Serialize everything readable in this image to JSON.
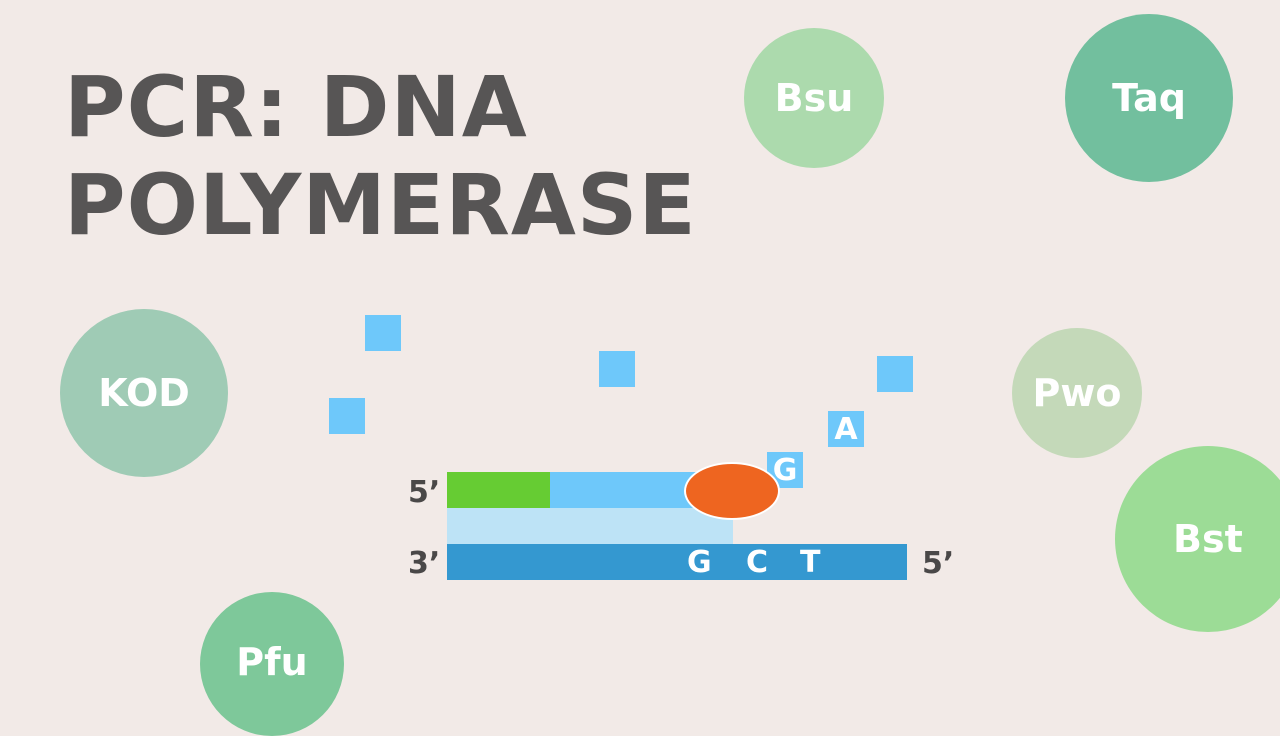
{
  "title": {
    "line1": "PCR: DNA",
    "line2": "POLYMERASE"
  },
  "enzymes": {
    "bsu": {
      "label": "Bsu",
      "color": "#acdaad"
    },
    "taq": {
      "label": "Taq",
      "color": "#72bf9e"
    },
    "kod": {
      "label": "KOD",
      "color": "#9fcbb5"
    },
    "pwo": {
      "label": "Pwo",
      "color": "#c4d9b9"
    },
    "bst": {
      "label": "Bst",
      "color": "#9cdc96"
    },
    "pfu": {
      "label": "Pfu",
      "color": "#7ec89a"
    }
  },
  "nucleotides": {
    "g": "G",
    "a": "A"
  },
  "strand_labels": {
    "top_five_prime": "5’",
    "bottom_three_prime": "3’",
    "bottom_five_prime": "5’"
  },
  "template_bases": {
    "b1": "G",
    "b2": "C",
    "b3": "T"
  },
  "colors": {
    "primer": "#66cc33",
    "new_strand": "#6ec8fa",
    "annealed_region": "#bde3f6",
    "template_strand": "#3498d0",
    "polymerase": "#ee6520",
    "title": "#575555",
    "background": "#f2eae7"
  }
}
